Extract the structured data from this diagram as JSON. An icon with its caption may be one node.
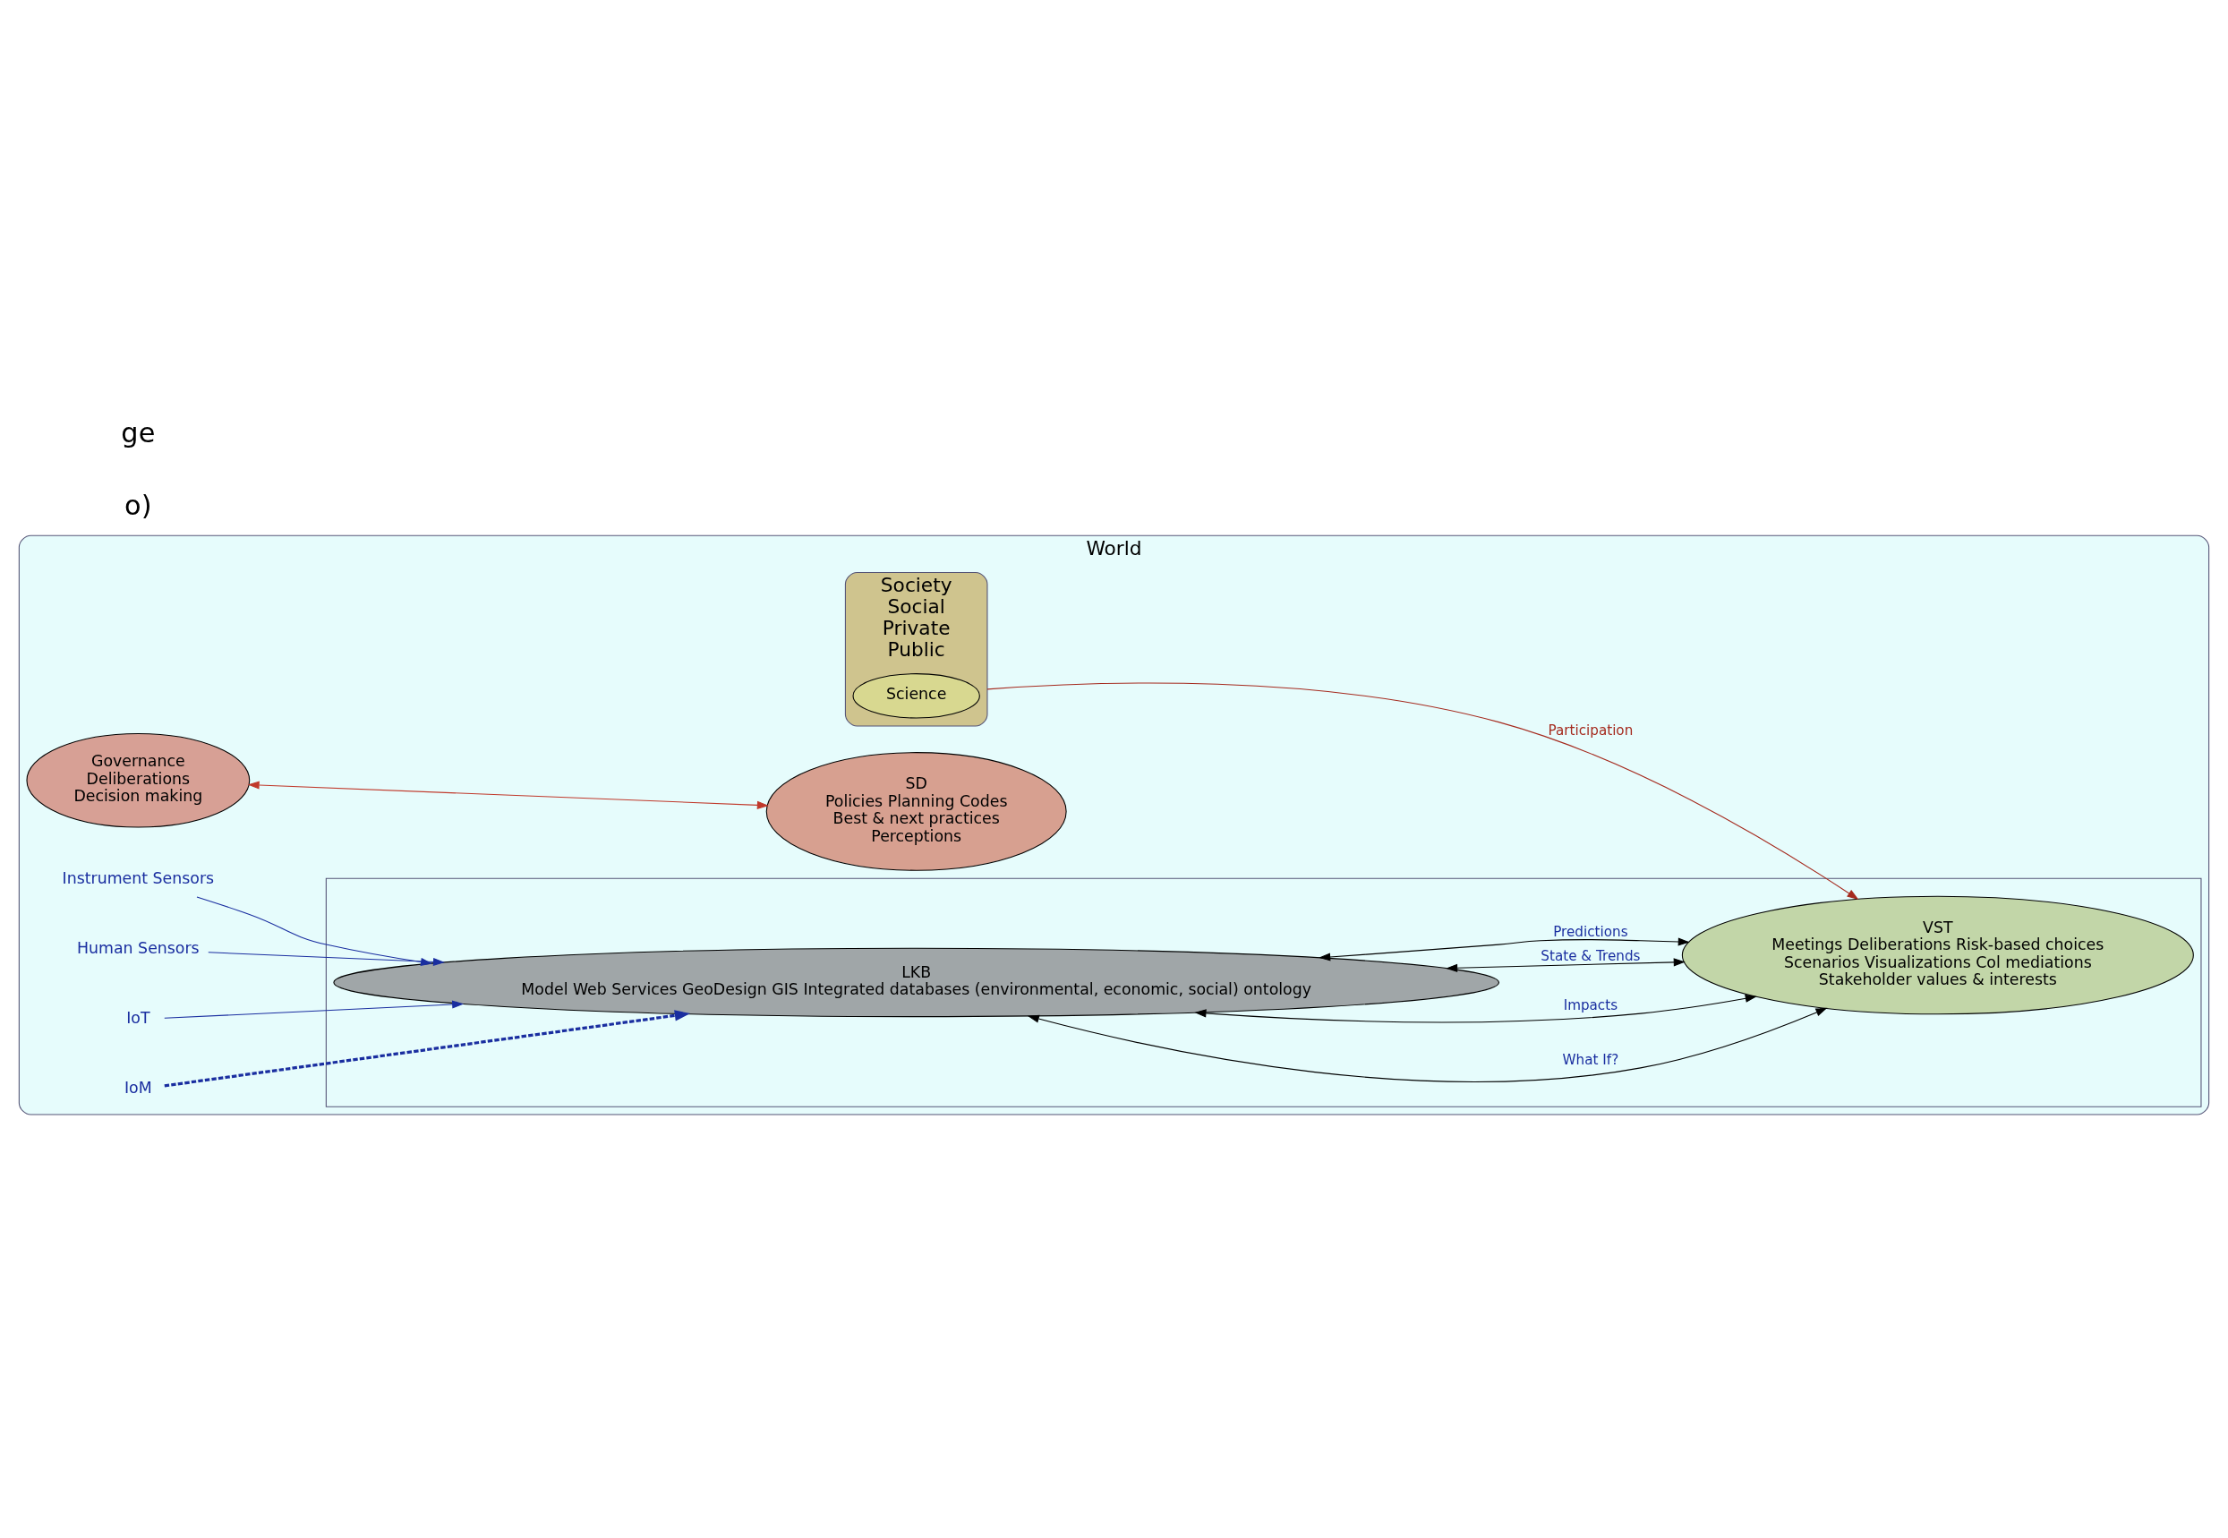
{
  "diagram": {
    "nodes": [
      {
        "text": [
          "World"
        ]
      },
      {
        "text": [
          "Society",
          "Social",
          "Private",
          "Public"
        ],
        "in": 0
      },
      {
        "text": [
          "Science"
        ],
        "in": 1
      },
      {
        "text": [
          "Governance",
          "Deliberations",
          "Decision making"
        ],
        "in": 0
      },
      {
        "text": [],
        "shape": "box",
        "in": 0
      },
      {
        "text": [
          "LKB",
          "Model Web Services GeoDesign GIS Integrated databases (environmental, economic, social) ontology"
        ],
        "in": 4
      },
      {
        "text": [
          "VST",
          "Meetings Deliberations Risk-based choices",
          "Scenarios Visualizations Col mediations",
          "Stakeholder values & interests"
        ],
        "in": 4
      },
      {
        "text": [
          "SD",
          "Policies Planning Codes",
          "Best & next practices",
          "Perceptions"
        ],
        "in": 0
      },
      {
        "text": [
          "Instrument Sensors"
        ],
        "in": 0
      },
      {
        "text": [
          "Human Sensors"
        ],
        "in": 0
      },
      {
        "text": [
          "IoT"
        ],
        "in": 0
      },
      {
        "text": [
          "IoM"
        ],
        "in": 0
      }
    ],
    "edges": [
      {
        "from": 8,
        "to": 5,
        "arrow": "to",
        "color": "#1a2ea0"
      },
      {
        "from": 9,
        "to": 5,
        "arrow": "to",
        "color": "#1a2ea0"
      },
      {
        "from": 10,
        "to": 5,
        "arrow": "to",
        "color": "#1a2ea0"
      },
      {
        "from": 11,
        "to": 5,
        "arrow": "to",
        "style": "dashed",
        "color": "#1a2ea0"
      },
      {
        "from": 5,
        "to": 6,
        "arrow": "both",
        "label": "What If?",
        "color": "#000000"
      },
      {
        "from": 5,
        "to": 6,
        "arrow": "both",
        "label": "Impacts",
        "color": "#000000"
      },
      {
        "from": 5,
        "to": 6,
        "arrow": "both",
        "label": "State & Trends",
        "color": "#000000"
      },
      {
        "from": 5,
        "to": 6,
        "arrow": "both",
        "label": "Predictions",
        "color": "#000000"
      },
      {
        "from": 1,
        "to": 6,
        "arrow": "to",
        "label": "Participation",
        "color": "#a52a1e"
      },
      {
        "from": 3,
        "to": 7,
        "arrow": "both",
        "color": "#c0392b"
      }
    ],
    "labels": [
      "o)",
      "ge"
    ]
  }
}
